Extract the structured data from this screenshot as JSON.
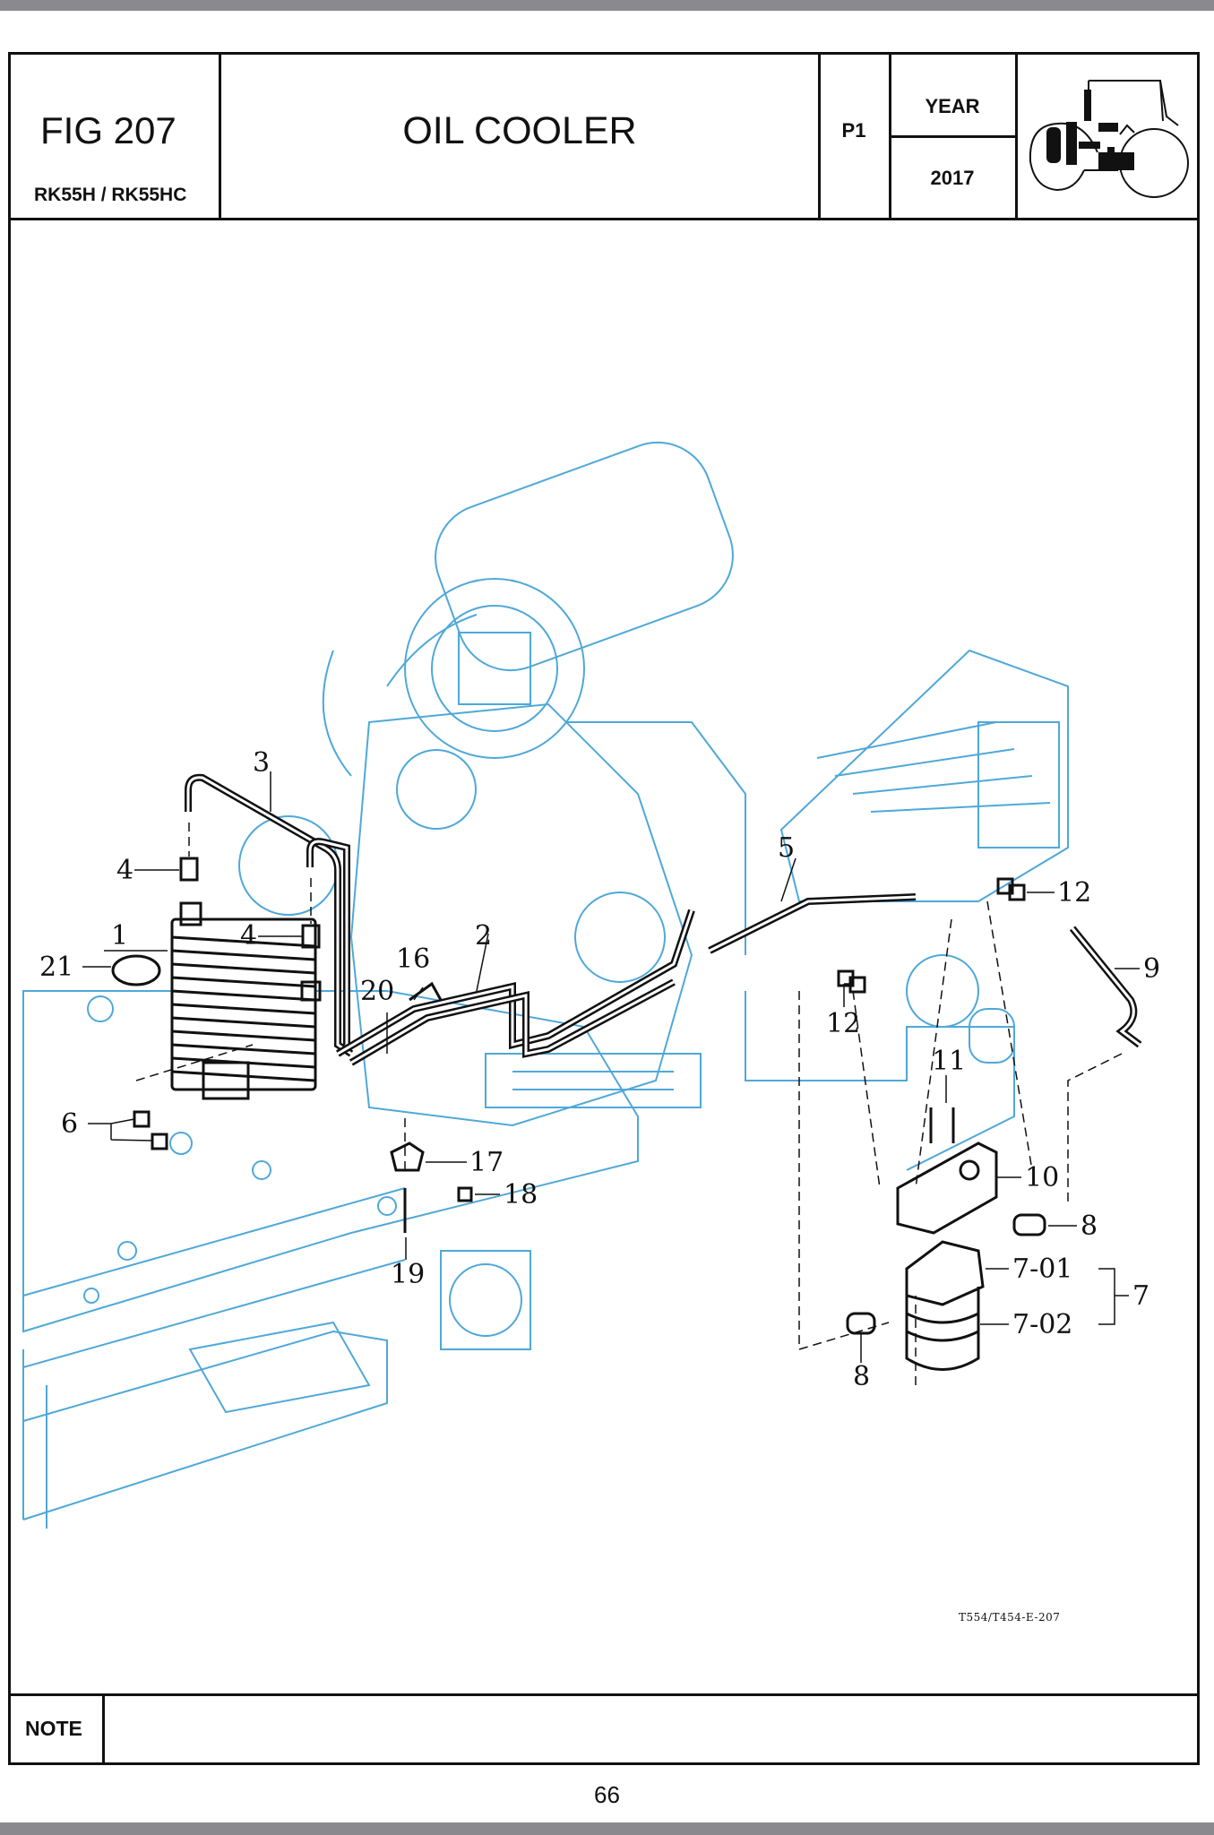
{
  "header": {
    "figure": "FIG 207",
    "model": "RK55H / RK55HC",
    "title": "OIL COOLER",
    "page_code": "P1",
    "year_label": "YEAR",
    "year_value": "2017"
  },
  "diagram": {
    "drawing_code": "T554/T454-E-207",
    "callouts": [
      "1",
      "2",
      "3",
      "4",
      "4",
      "5",
      "6",
      "7",
      "7-01",
      "7-02",
      "8",
      "8",
      "9",
      "10",
      "11",
      "12",
      "12",
      "16",
      "17",
      "18",
      "19",
      "20",
      "21"
    ],
    "colors": {
      "background_parts": "#4fa8d8",
      "highlighted_parts": "#111111"
    }
  },
  "footer": {
    "note_label": "NOTE",
    "page_number": "66"
  }
}
